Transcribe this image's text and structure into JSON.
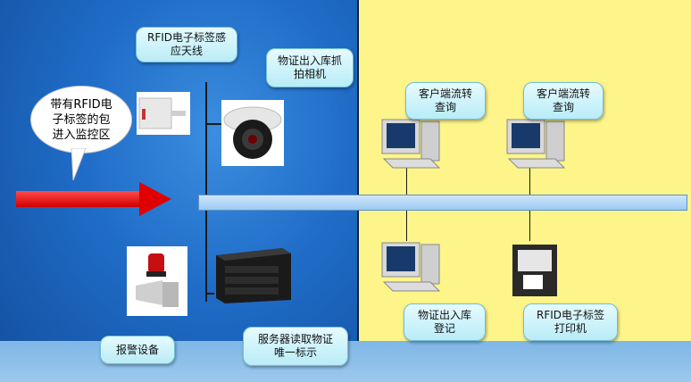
{
  "nodes": {
    "bag_bubble": "带有RFID电\n子标签的包\n进入监控区",
    "antenna": "RFID电子标签感\n应天线",
    "camera": "物证出入库抓\n拍相机",
    "client1": "客户端流转\n查询",
    "client2": "客户端流转\n查询",
    "register": "物证出入库\n登记",
    "printer": "RFID电子标签\n打印机",
    "alarm": "报警设备",
    "server": "服务器读取物证\n唯一标示"
  },
  "colors": {
    "left_panel": "#1f6cc7",
    "right_panel": "#fdf58a",
    "arrow": "#e00000",
    "callout": "#b9ecf7"
  }
}
